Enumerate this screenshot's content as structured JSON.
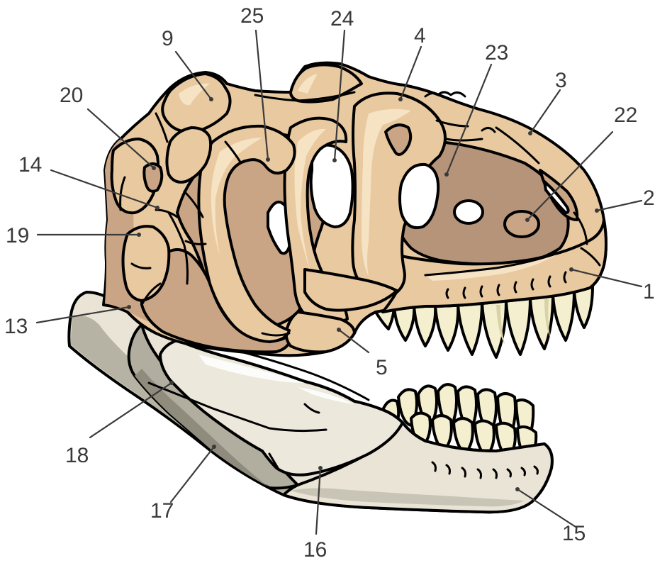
{
  "labels": [
    {
      "id": "1",
      "text": "1"
    },
    {
      "id": "2",
      "text": "2"
    },
    {
      "id": "3",
      "text": "3"
    },
    {
      "id": "4",
      "text": "4"
    },
    {
      "id": "5",
      "text": "5"
    },
    {
      "id": "9",
      "text": "9"
    },
    {
      "id": "13",
      "text": "13"
    },
    {
      "id": "14",
      "text": "14"
    },
    {
      "id": "15",
      "text": "15"
    },
    {
      "id": "16",
      "text": "16"
    },
    {
      "id": "17",
      "text": "17"
    },
    {
      "id": "18",
      "text": "18"
    },
    {
      "id": "19",
      "text": "19"
    },
    {
      "id": "20",
      "text": "20"
    },
    {
      "id": "22",
      "text": "22"
    },
    {
      "id": "23",
      "text": "23"
    },
    {
      "id": "24",
      "text": "24"
    },
    {
      "id": "25",
      "text": "25"
    }
  ],
  "colors": {
    "skull_tan": "#e9c9a0",
    "skull_shadow": "#c9a585",
    "skull_highlight": "#f5e3c4",
    "jaw_light": "#e9e4d6",
    "jaw_gray": "#b7b3a4",
    "jaw_dark": "#8f8b7d",
    "tooth": "#f4f0cf",
    "tooth_shade": "#d8d2a6",
    "cavity": "#ad8f76",
    "line": "#3a3a3a"
  }
}
